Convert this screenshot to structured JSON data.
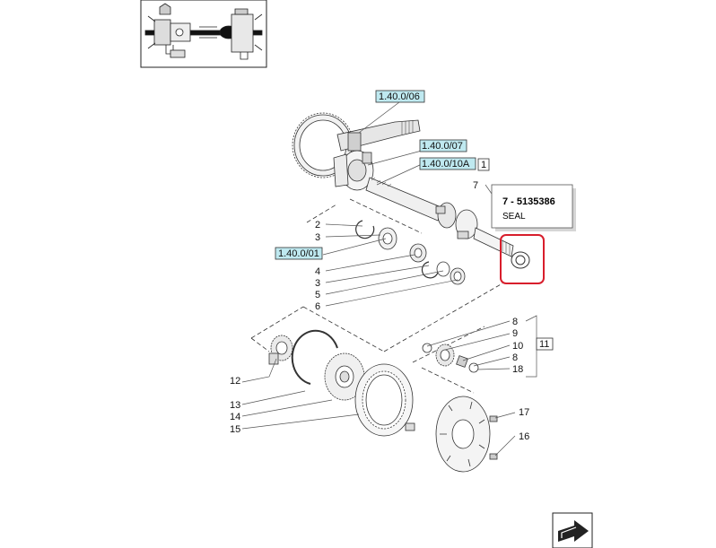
{
  "refs": {
    "r1": "1.40.0/06",
    "r2": "1.40.0/07",
    "r3": "1.40.0/10A",
    "r4": "1.40.0/01"
  },
  "group_number": "1",
  "group_number_2": "11",
  "callouts": {
    "c7": "7",
    "c2": "2",
    "c3a": "3",
    "c4": "4",
    "c3b": "3",
    "c5": "5",
    "c6": "6",
    "c8a": "8",
    "c9": "9",
    "c10": "10",
    "c8b": "8",
    "c18": "18",
    "c12": "12",
    "c13": "13",
    "c14": "14",
    "c15": "15",
    "c17": "17",
    "c16": "16"
  },
  "tooltip": {
    "code": "7 - 5135386",
    "description": "SEAL"
  },
  "colors": {
    "ref_fill": "#bfe9f0",
    "highlight": "#d81e2c",
    "line": "#333333"
  },
  "icons": {
    "thumbnail": "axle-assembly-thumbnail",
    "next": "next-page-arrow-icon"
  }
}
